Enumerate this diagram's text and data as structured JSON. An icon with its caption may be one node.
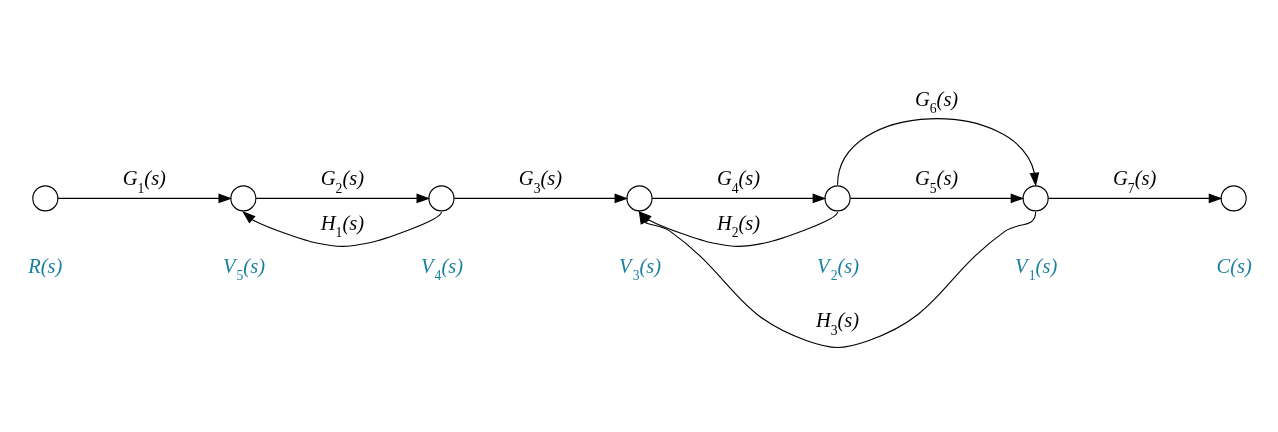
{
  "diagram": {
    "nodes": [
      {
        "text": [],
        "shape": "circle",
        "beside": [
          "R(s)"
        ]
      },
      {
        "text": [],
        "shape": "circle",
        "beside": [
          "V$_{5}$(s)"
        ]
      },
      {
        "text": [],
        "shape": "circle",
        "beside": [
          "V$_{4}$(s)"
        ]
      },
      {
        "text": [],
        "shape": "circle",
        "beside": [
          "V$_{3}$(s)"
        ]
      },
      {
        "text": [],
        "shape": "circle",
        "beside": [
          "V$_{2}$(s)"
        ]
      },
      {
        "text": [],
        "shape": "circle",
        "beside": [
          "V$_{1}$(s)"
        ]
      },
      {
        "text": [],
        "shape": "circle",
        "beside": [
          "C(s)"
        ]
      }
    ],
    "edges": [
      {
        "from": 0,
        "to": 1,
        "arrow": "to",
        "label": "G$_{1}$(s)"
      },
      {
        "from": 1,
        "to": 2,
        "arrow": "to",
        "label": "G$_{2}$(s)"
      },
      {
        "from": 2,
        "to": 3,
        "arrow": "to",
        "label": "G$_{3}$(s)"
      },
      {
        "from": 3,
        "to": 4,
        "arrow": "to",
        "label": "G$_{4}$(s)"
      },
      {
        "from": 4,
        "to": 5,
        "arrow": "to",
        "label": "G$_{6}$(s)"
      },
      {
        "from": 4,
        "to": 5,
        "arrow": "to",
        "label": "G$_{5}$(s)"
      },
      {
        "from": 5,
        "to": 6,
        "arrow": "to",
        "label": "G$_{7}$(s)"
      },
      {
        "from": 2,
        "to": 1,
        "arrow": "to",
        "label": "H$_{1}$(s)"
      },
      {
        "from": 4,
        "to": 3,
        "arrow": "to",
        "label": "H$_{2}$(s)"
      },
      {
        "from": 5,
        "to": 3,
        "arrow": "to",
        "label": "H$_{3}$(s)"
      }
    ]
  }
}
